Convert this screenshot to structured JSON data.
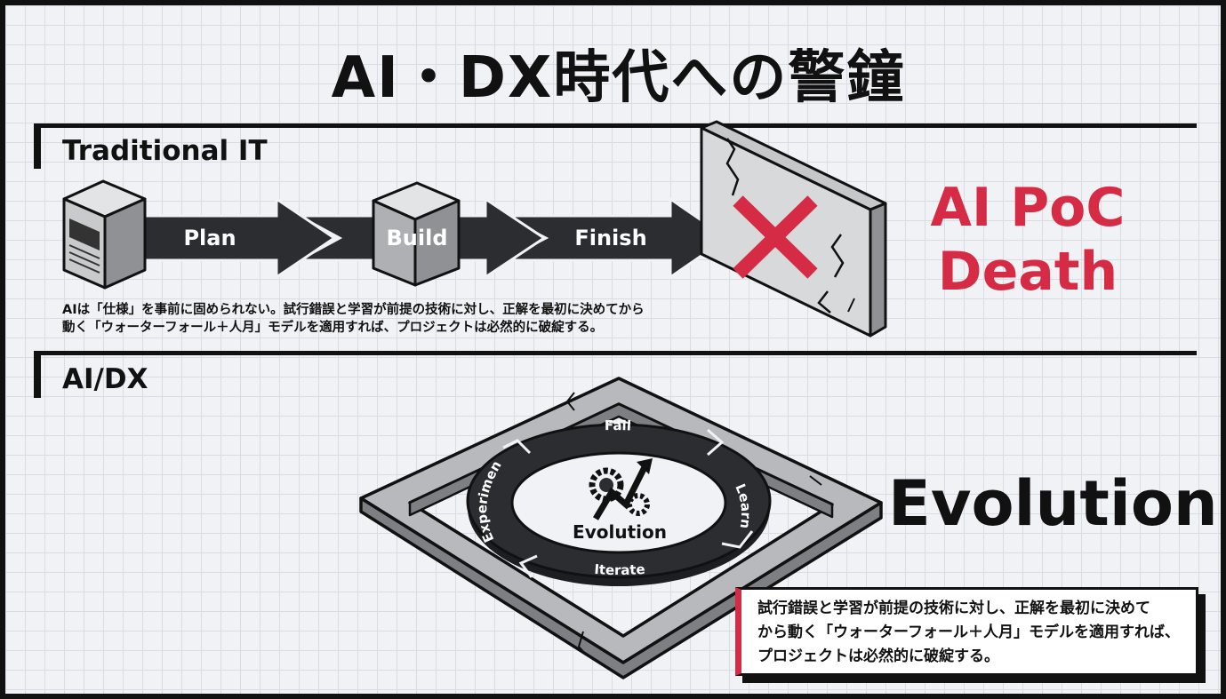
{
  "title": "AI・DX時代への警鐘",
  "traditional": {
    "label": "Traditional IT",
    "steps": [
      "Plan",
      "Build",
      "Finish"
    ],
    "warning_line1": "AI PoC",
    "warning_line2": "Death",
    "note_line1": "AIは「仕様」を事前に固められない。試行錯誤と学習が前提の技術に対し、正解を最初に決めてから",
    "note_line2": "動く「ウォーターフォール＋人月」モデルを適用すれば、プロジェクトは必然的に破綻する。"
  },
  "aidx": {
    "label": "AI/DX",
    "cycle": {
      "top": "Fail",
      "right": "Learn",
      "bottom": "Iterate",
      "left": "Experiment",
      "center": "Evolution"
    },
    "headline": "Evolution",
    "callout_line1": "試行錯誤と学習が前提の技術に対し、正解を最初に決めて",
    "callout_line2": "から動く「ウォーターフォール＋人月」モデルを適用すれば、",
    "callout_line3": "プロジェクトは必然的に破綻する。"
  },
  "colors": {
    "accent_red": "#d52b45",
    "dark": "#2b2d31",
    "grid": "#d9dce2"
  },
  "icons": [
    "server-icon",
    "cube-icon",
    "cracked-wall",
    "red-x-icon",
    "gears-growth-icon"
  ]
}
